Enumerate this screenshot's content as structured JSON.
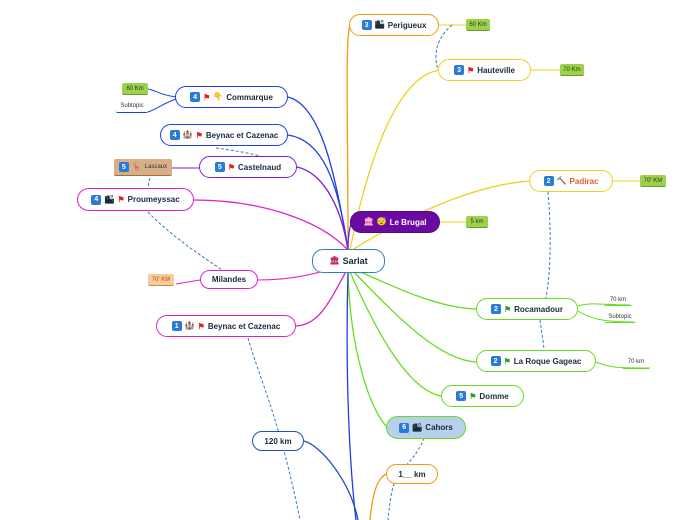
{
  "colors": {
    "blue": "#1f3fe0",
    "purple": "#7a1fd0",
    "magenta": "#e020c8",
    "yellow": "#f0d020",
    "green": "#66dd22",
    "orange": "#f09a10",
    "darkblue": "#2050c0",
    "root_border": "#3a78c8"
  },
  "root": {
    "label": "Sarlat",
    "icon": "monument-icon"
  },
  "nodes": {
    "perigueux": {
      "label": "Perigueux",
      "badge": "3"
    },
    "hauteville": {
      "label": "Hauteville",
      "badge": "3"
    },
    "commarque": {
      "label": "Commarque",
      "badge": "4"
    },
    "beynac_top": {
      "label": "Beynac et Cazenac",
      "badge": "4"
    },
    "castelnaud": {
      "label": "Castelnaud",
      "badge": "5"
    },
    "lascaux": {
      "label": "Lascaux",
      "badge": "5"
    },
    "proumeyssac": {
      "label": "Proumeyssac",
      "badge": "4"
    },
    "padirac": {
      "label": "Padirac",
      "badge": "2"
    },
    "le_brugal": {
      "label": "Le Brugal"
    },
    "milandes": {
      "label": "Milandes"
    },
    "rocamadour": {
      "label": "Rocamadour",
      "badge": "2"
    },
    "beynac_bottom": {
      "label": "Beynac et Cazenac",
      "badge": "1"
    },
    "laroque": {
      "label": "La Roque Gageac",
      "badge": "2"
    },
    "domme": {
      "label": "Domme",
      "badge": "5"
    },
    "cahors": {
      "label": "Cahors",
      "badge": "6"
    },
    "km120": {
      "label": "120 km"
    },
    "km_bottom": {
      "label": "1__ km",
      "badge": "."
    }
  },
  "tags": {
    "perigueux_km": "60 Km",
    "hauteville_km": "70 Km",
    "commarque_km": "60 Km",
    "commarque_sub": "Subtopic",
    "padirac_km": "70' KM",
    "brugal_km": "5 km",
    "milandes_km": "70' KM",
    "rocamadour_km": "70 km",
    "rocamadour_sub": "Subtopic",
    "laroque_km": "70 km"
  }
}
